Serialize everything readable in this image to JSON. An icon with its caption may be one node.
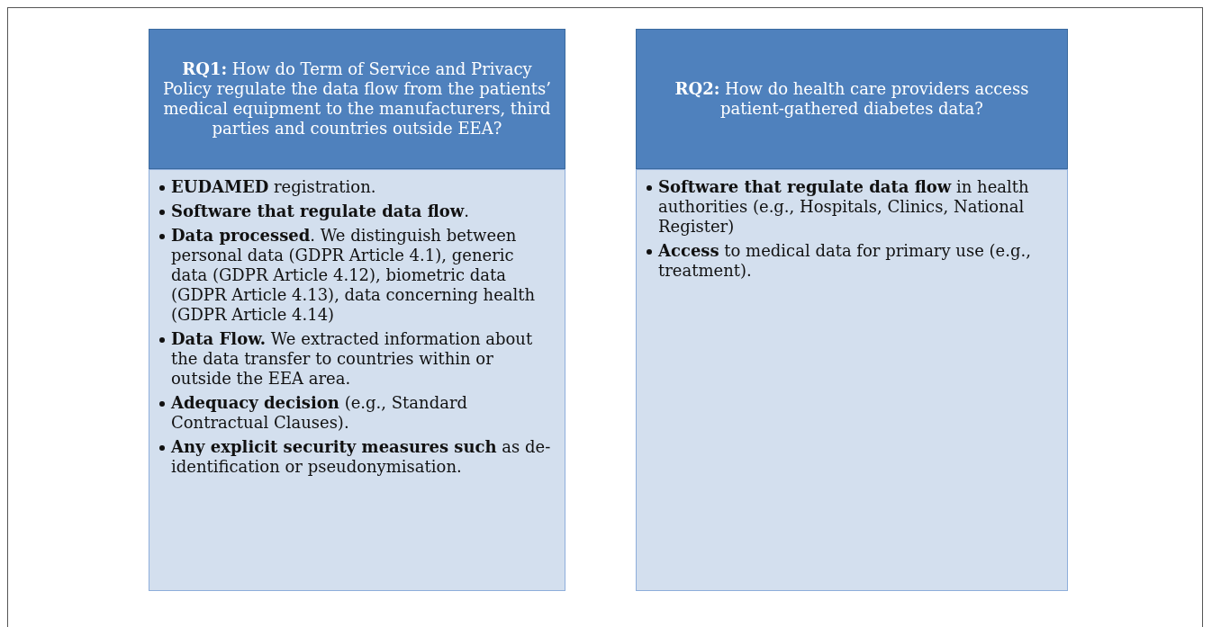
{
  "diagram": {
    "nodes": [
      {
        "text": [
          "**RQ1:** How do Term of Service and Privacy Policy regulate the data flow from the patients’ medical equipment to the manufacturers, third parties and countries outside EEA?"
        ]
      },
      {
        "text": [
          "**EUDAMED** registration.",
          "**Software that regulate data flow**.",
          "**Data processed**. We distinguish between personal data (GDPR Article 4.1), generic data (GDPR Article 4.12), biometric data (GDPR Article 4.13), data concerning health (GDPR Article 4.14)",
          "**Data Flow.** We extracted information about the data transfer to countries within or outside the EEA area.",
          "**Adequacy decision** (e.g., Standard Contractual Clauses).",
          "**Any explicit security measures such** as de-identification or pseudonymisation."
        ]
      },
      {
        "text": [
          "**RQ2:** How do health care providers access patient-gathered diabetes data?"
        ]
      },
      {
        "text": [
          "**Software that regulate data flow** in health authorities (e.g., Hospitals, Clinics, National Register)",
          "**Access** to medical data for primary use (e.g., treatment)."
        ]
      }
    ]
  }
}
